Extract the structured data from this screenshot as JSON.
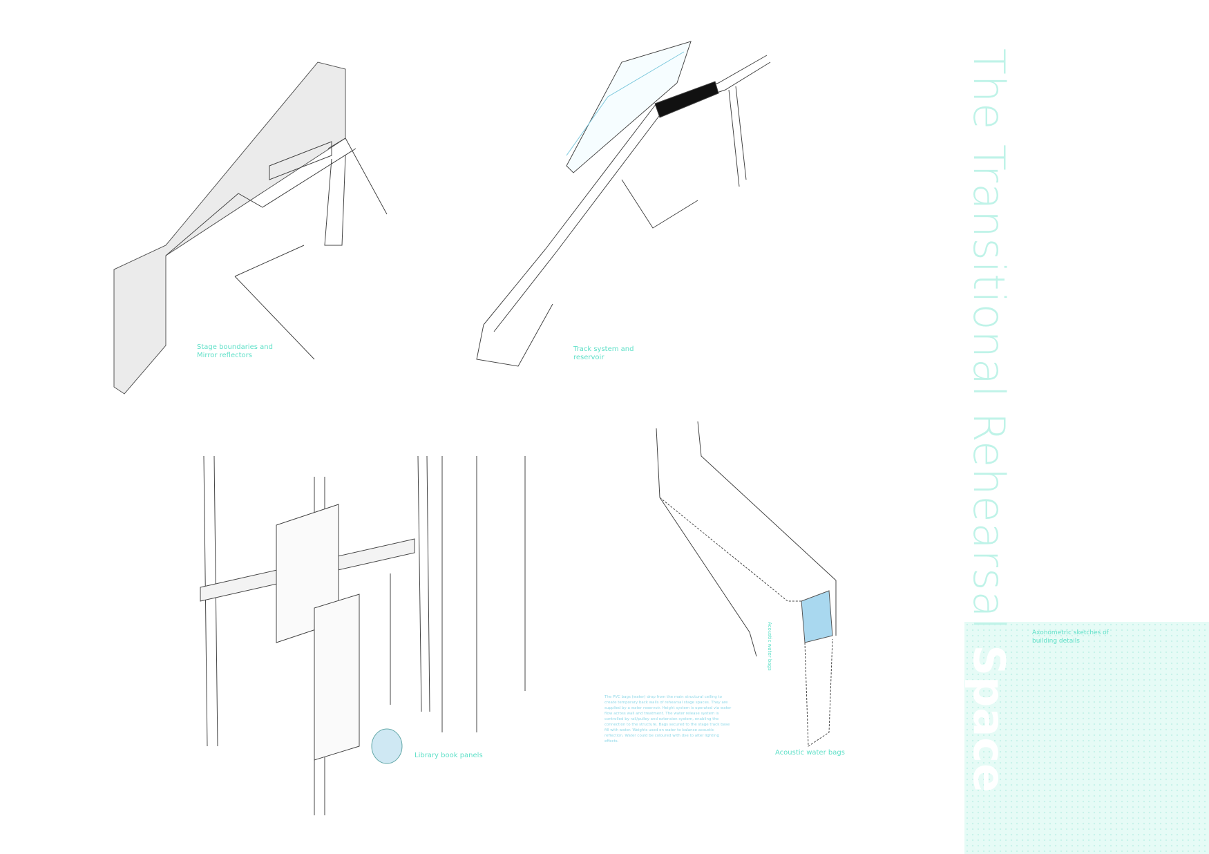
{
  "title": {
    "main": "The Transitional Rehearsal",
    "emphasis": "Space"
  },
  "subtitle": "Axonometric sketches of building details",
  "captions": {
    "stage": "Stage boundaries and Mirror reflectors",
    "track": "Track system and reservoir",
    "library": "Library book panels",
    "water": "Acoustic water bags",
    "water_vertical": "Acoustic water bags"
  },
  "description": "The PVC bags (water) drop from the main structural ceiling to create temporary back walls of rehearsal stage spaces. They are supplied by a water reservoir. Height system is operated via water flow across wall and treatment. The water release system is controlled by rail/pulley and extension system, enabling the connection to the structure. Bags secured to the stage track base fill with water. Weights used on water to balance acoustic reflection. Water could be coloured with dye to alter lighting effects.",
  "colors": {
    "accent": "#5fe0c8",
    "panel": "#e6fbf6",
    "title": "#bff3e8",
    "water": "#a9d8ef"
  }
}
